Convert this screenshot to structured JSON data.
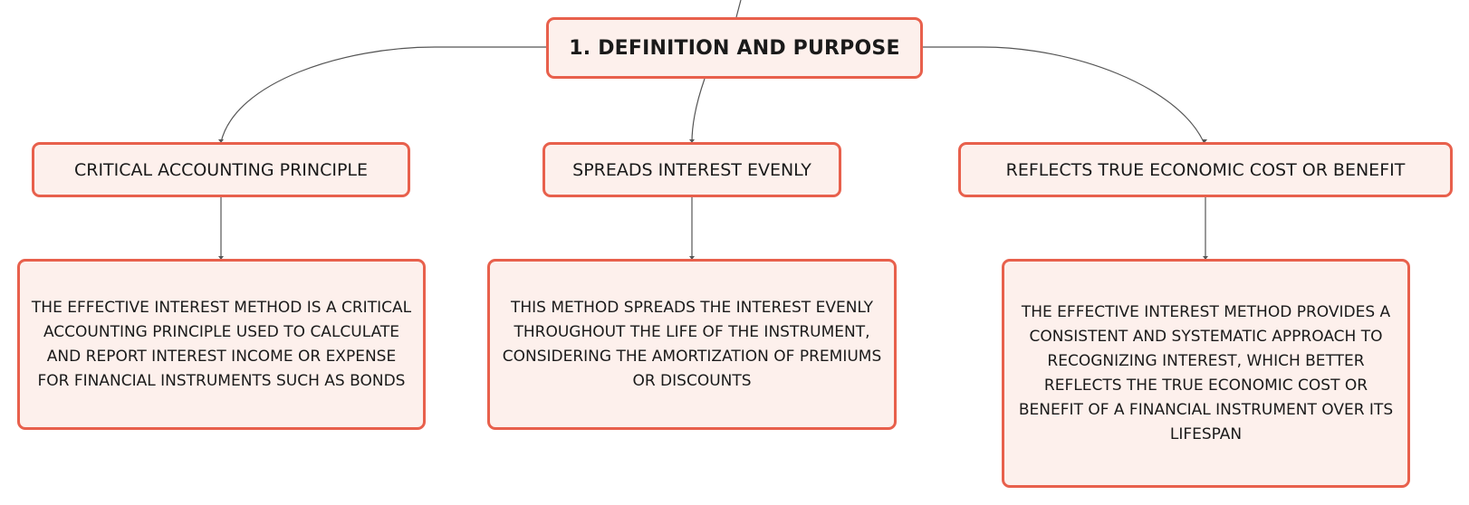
{
  "diagram": {
    "root": {
      "label": "1. DEFINITION AND PURPOSE"
    },
    "branches": [
      {
        "topic": "CRITICAL ACCOUNTING PRINCIPLE",
        "detail": "THE EFFECTIVE INTEREST METHOD IS A CRITICAL ACCOUNTING PRINCIPLE USED TO CALCULATE AND REPORT INTEREST INCOME OR EXPENSE FOR FINANCIAL INSTRUMENTS SUCH AS BONDS"
      },
      {
        "topic": "SPREADS INTEREST EVENLY",
        "detail": "THIS METHOD SPREADS THE INTEREST EVENLY THROUGHOUT THE LIFE OF THE INSTRUMENT, CONSIDERING THE AMORTIZATION OF PREMIUMS OR DISCOUNTS"
      },
      {
        "topic": "REFLECTS TRUE ECONOMIC COST OR BENEFIT",
        "detail": "THE EFFECTIVE INTEREST METHOD PROVIDES A CONSISTENT AND SYSTEMATIC APPROACH TO RECOGNIZING INTEREST, WHICH BETTER REFLECTS THE TRUE ECONOMIC COST OR BENEFIT OF A FINANCIAL INSTRUMENT OVER ITS LIFESPAN"
      }
    ],
    "colors": {
      "node_border": "#e8604c",
      "node_fill": "#fdf0ec",
      "connector": "#555555",
      "text": "#1a1a1a"
    }
  }
}
